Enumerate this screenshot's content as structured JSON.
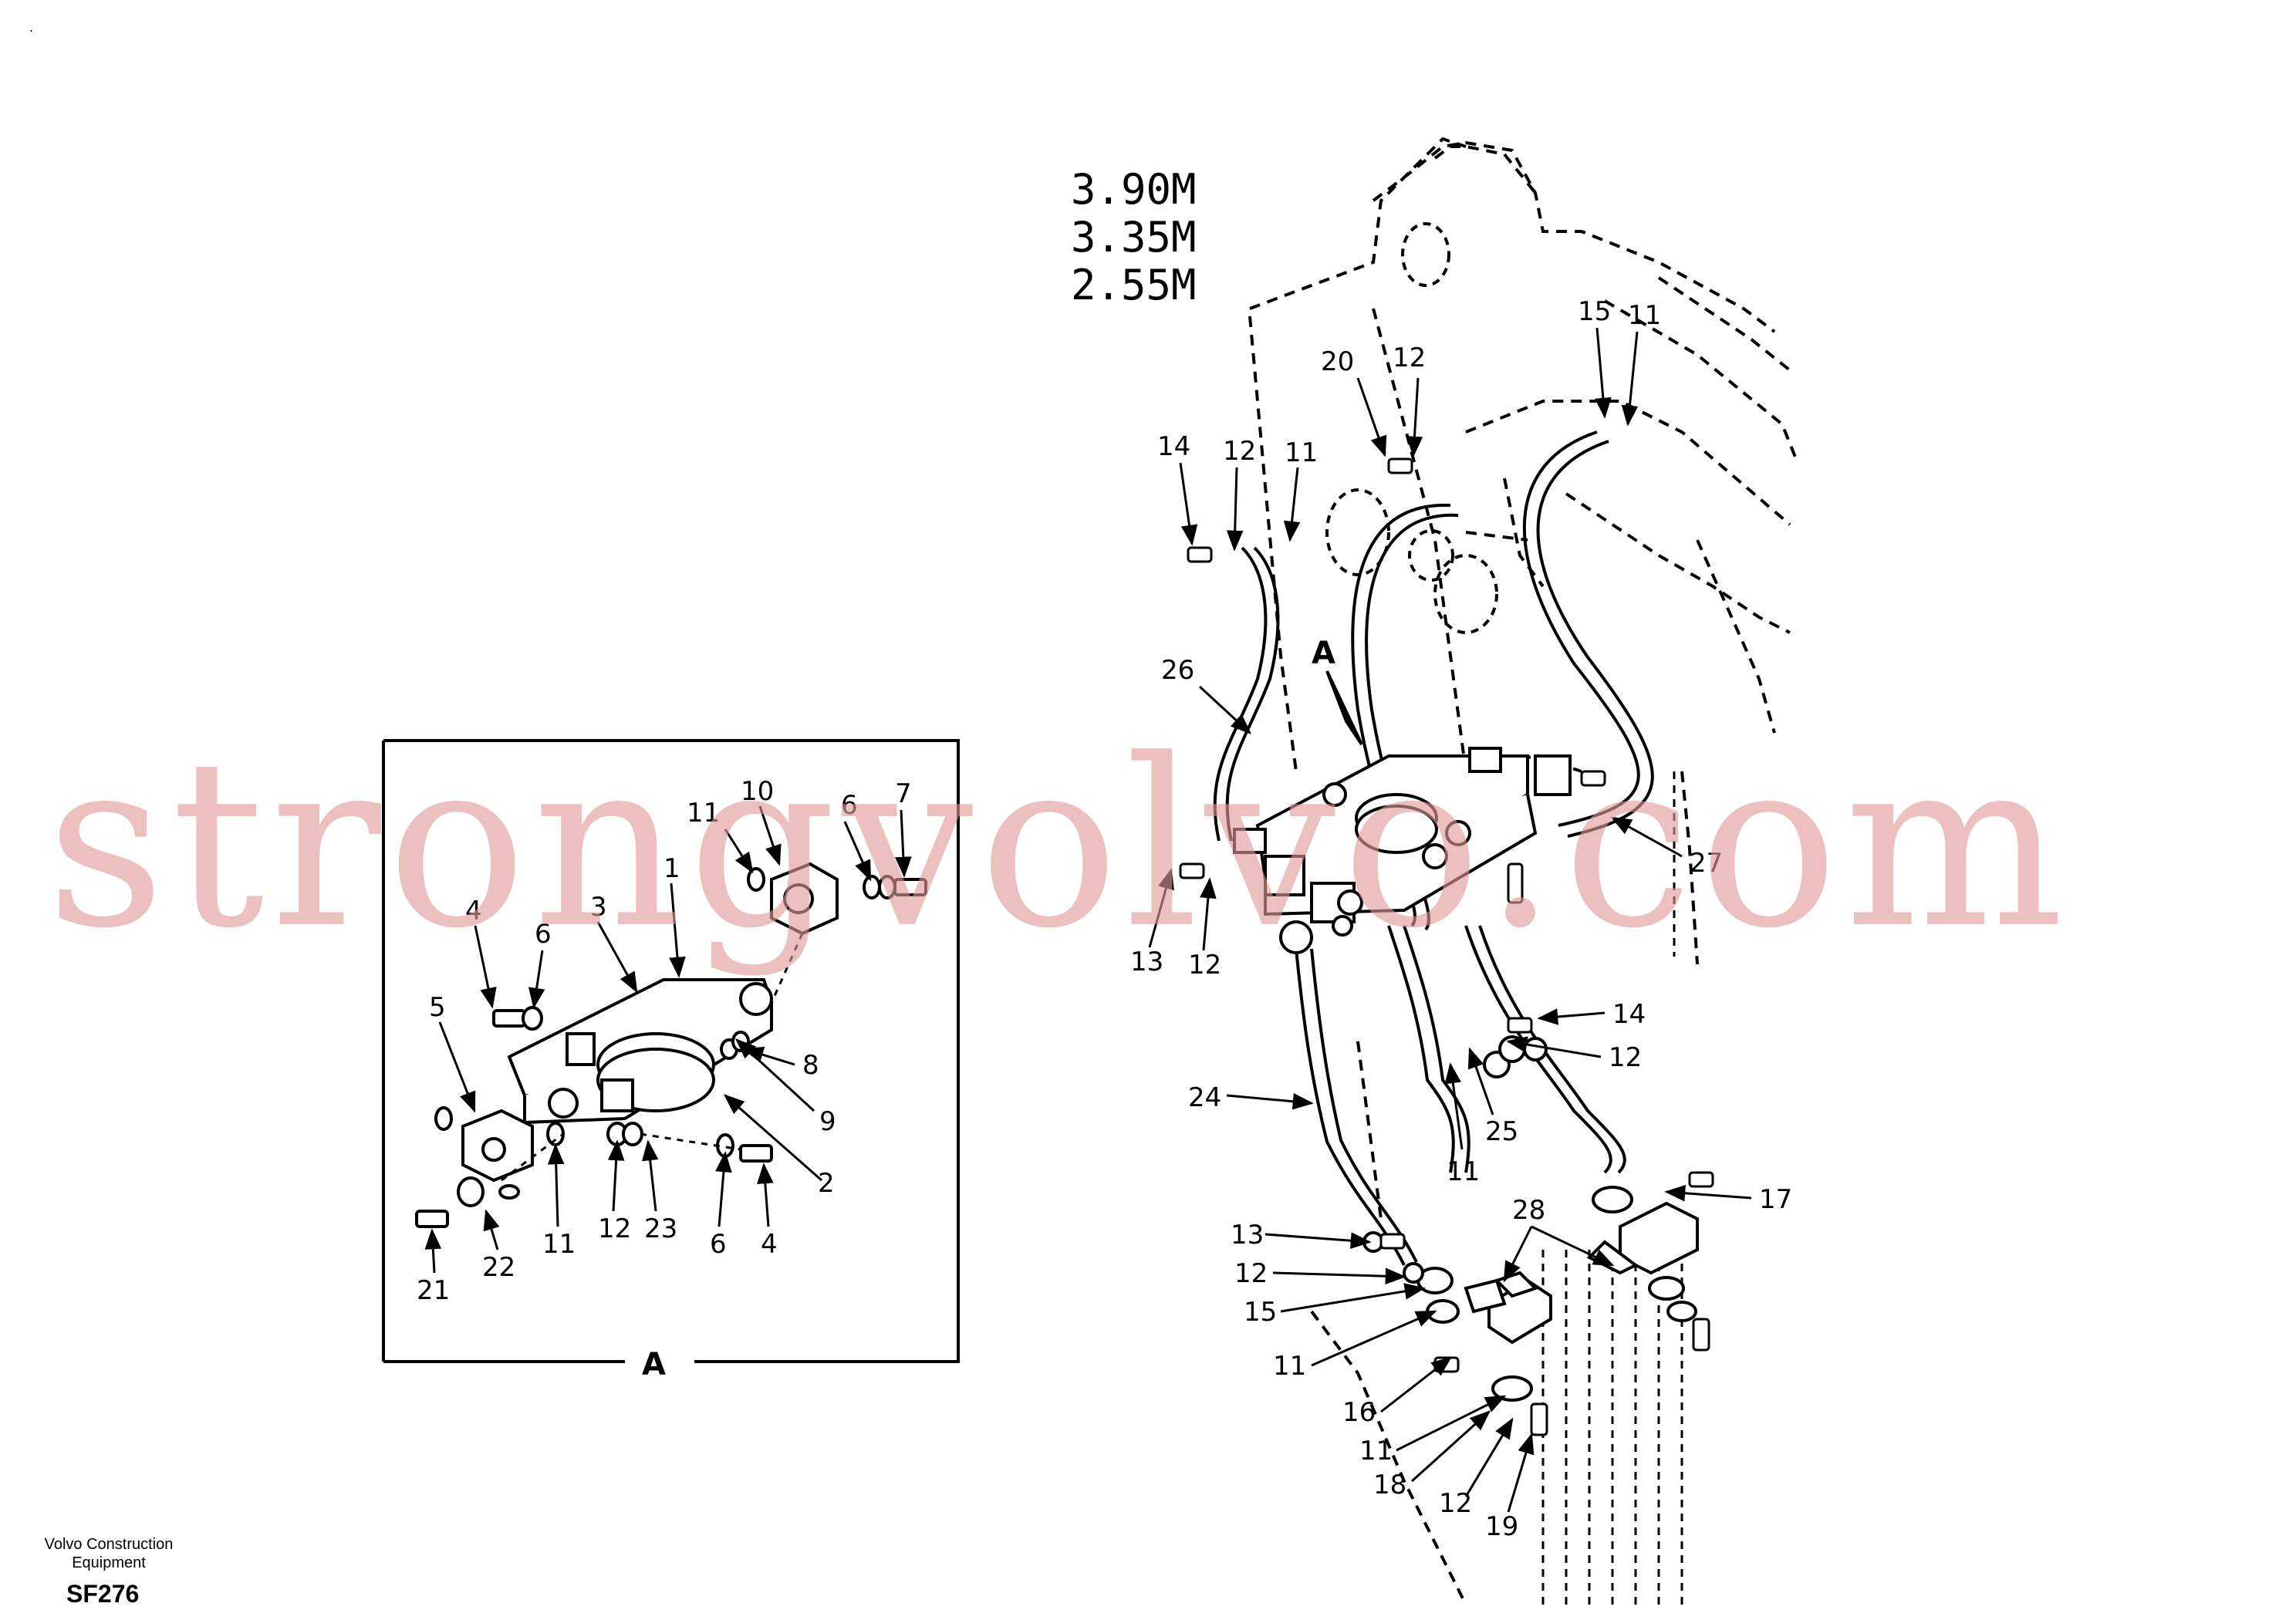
{
  "top_mark": ".",
  "lengths": [
    "3.90M",
    "3.35M",
    "2.55M"
  ],
  "inset": {
    "label": "A",
    "callouts": [
      "11",
      "10",
      "6",
      "7",
      "4",
      "6",
      "1",
      "3",
      "5",
      "8",
      "9",
      "2",
      "12",
      "23",
      "6",
      "4",
      "11",
      "22",
      "21"
    ]
  },
  "main_view_label": "A",
  "main_callouts": [
    "15",
    "11",
    "20",
    "12",
    "14",
    "12",
    "11",
    "26",
    "27",
    "13",
    "12",
    "14",
    "12",
    "24",
    "11",
    "25",
    "17",
    "28",
    "13",
    "12",
    "15",
    "11",
    "16",
    "11",
    "18",
    "12",
    "19"
  ],
  "footer": {
    "maker_line1": "Volvo Construction",
    "maker_line2": "Equipment",
    "code": "SF276"
  },
  "watermark": "strongvolvo.com"
}
